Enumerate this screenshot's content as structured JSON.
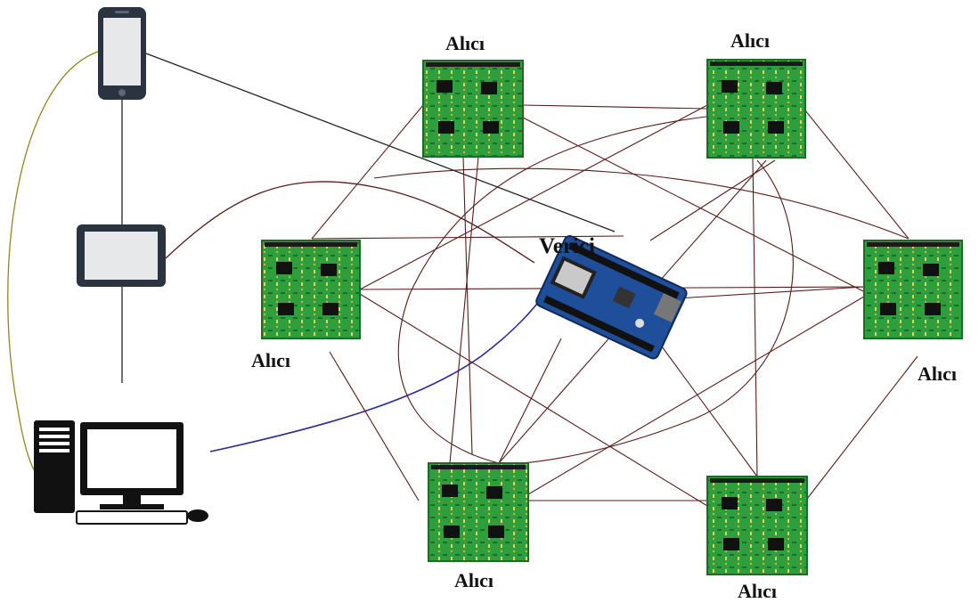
{
  "diagram": {
    "transmitter_label": "Verici",
    "receiver_label": "Alıcı",
    "nodes": [
      {
        "id": "phone",
        "type": "smartphone",
        "icon": "smartphone-icon"
      },
      {
        "id": "tablet",
        "type": "tablet",
        "icon": "tablet-icon"
      },
      {
        "id": "desktop",
        "type": "desktop-computer",
        "icon": "desktop-computer-icon"
      },
      {
        "id": "transmitter",
        "type": "esp8266-wifi-board",
        "label": "Verici"
      },
      {
        "id": "rx_top_left",
        "type": "receiver-pcb",
        "label": "Alıcı"
      },
      {
        "id": "rx_top_right",
        "type": "receiver-pcb",
        "label": "Alıcı"
      },
      {
        "id": "rx_left",
        "type": "receiver-pcb",
        "label": "Alıcı"
      },
      {
        "id": "rx_right",
        "type": "receiver-pcb",
        "label": "Alıcı"
      },
      {
        "id": "rx_bottom_left",
        "type": "receiver-pcb",
        "label": "Alıcı"
      },
      {
        "id": "rx_bottom_right",
        "type": "receiver-pcb",
        "label": "Alıcı"
      }
    ],
    "colors": {
      "mesh_link": "#5a1a1a",
      "device_link": "#222222",
      "usb_link": "#2a2a9a",
      "phone_desktop_link": "#8a8a20",
      "pcb_green": "#2e9a3a",
      "board_blue": "#1f4e9a"
    }
  }
}
